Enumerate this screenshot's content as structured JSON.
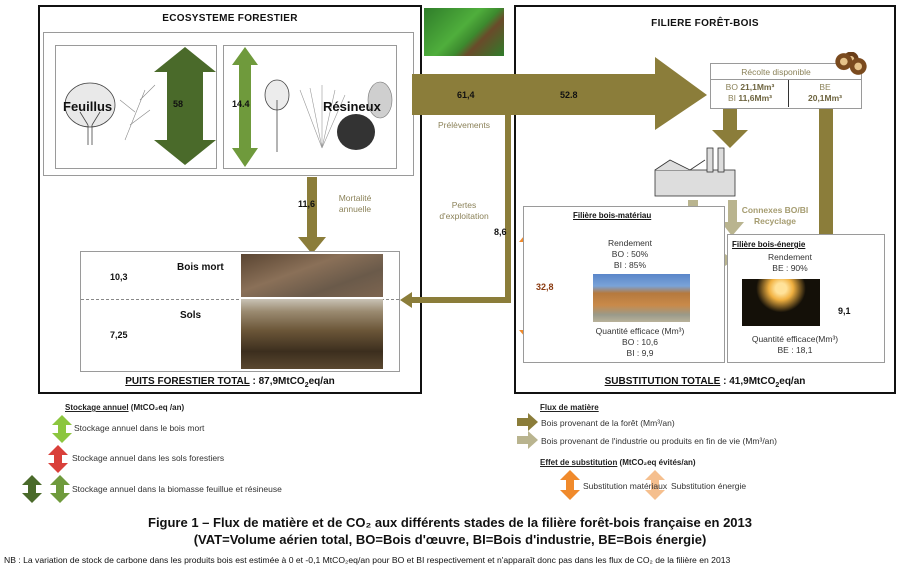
{
  "figure": {
    "left_panel": {
      "title": "ECOSYSTEME FORESTIER",
      "feuillus_label": "Feuillus",
      "resineux_label": "Résineux",
      "feuillus_value": "58",
      "resineux_value": "14.4",
      "mortality_value": "11,6",
      "mortality_label_1": "Mortalité",
      "mortality_label_2": "annuelle",
      "bois_mort_label": "Bois mort",
      "bois_mort_value": "10,3",
      "sols_label": "Sols",
      "sols_value": "7,25",
      "total_label": "PUITS FORESTIER TOTAL",
      "total_value": " : 87,9MtCO",
      "total_sub": "2",
      "total_unit": "eq/an"
    },
    "middle": {
      "flow_value_1": "61,4",
      "flow_value_2": "52.8",
      "prelevements_label": "Prélèvements",
      "pertes_label_1": "Pertes",
      "pertes_label_2": "d'exploitation",
      "pertes_value": "8,6"
    },
    "right_panel": {
      "title": "FILIERE FORÊT-BOIS",
      "recolte_title": "Récolte disponible",
      "bo_prefix": "BO",
      "bo_value": "21,1Mm³",
      "bi_prefix": "BI",
      "bi_value": "11,6Mm³",
      "be_prefix": "BE",
      "be_value": "20,1Mm³",
      "connexes_1": "Connexes BO/BI",
      "connexes_2": "Recyclage",
      "materiau_title": "Filière bois-matériau",
      "materiau_rendement": "Rendement",
      "materiau_bo": "BO : 50%",
      "materiau_bi": "BI : 85%",
      "materiau_qty_title": "Quantité efficace (Mm³)",
      "materiau_qty_bo": "BO : 10,6",
      "materiau_qty_bi": "BI : 9,9",
      "materiau_value": "32,8",
      "energie_title": "Filière bois-énergie",
      "energie_rendement": "Rendement",
      "energie_be": "BE : 90%",
      "energie_qty_title": "Quantité efficace(Mm³)",
      "energie_qty_be": "BE : 18,1",
      "energie_value": "9,1",
      "total_label": "SUBSTITUTION TOTALE",
      "total_value": " : 41,9MtCO",
      "total_sub": "2",
      "total_unit": "eq/an"
    },
    "legend_left": {
      "title": "Stockage annuel",
      "title_unit": " (MtCO₂eq /an)",
      "items": [
        "Stockage annuel dans le bois mort",
        "Stockage annuel dans les sols forestiers",
        "Stockage annuel dans la biomasse feuillue et résineuse"
      ]
    },
    "legend_right": {
      "flux_title": "Flux de matière",
      "flux_items": [
        "Bois provenant de la forêt (Mm³/an)",
        "Bois provenant de l'industrie ou produits en fin de vie (Mm³/an)"
      ],
      "subst_title": "Effet de substitution",
      "subst_unit": " (MtCO₂eq évités/an)",
      "subst_items": [
        "Substitution matériaux",
        "Substitution énergie"
      ]
    },
    "caption_line_1": "Figure 1 – Flux de matière et de CO₂ aux différents stades de la filière forêt-bois française en 2013",
    "caption_line_2": "(VAT=Volume aérien total, BO=Bois d'œuvre, BI=Bois d'industrie, BE=Bois énergie)",
    "note": "NB : La variation de stock de carbone dans les produits bois est estimée à 0 et -0,1 MtCO₂eq/an pour BO et BI respectivement et n'apparaît donc pas dans les flux de CO₂ de la filière en 2013"
  },
  "colors": {
    "forest_flow": "#8b7d3a",
    "industry_flow": "#b9b48f",
    "feuillus": "#4a6a2a",
    "resineux": "#6f9a3c",
    "bois_mort": "#8cc63f",
    "sols": "#d9403a",
    "subst_materiau": "#f08a2c",
    "subst_energie": "#f5bf8e"
  }
}
